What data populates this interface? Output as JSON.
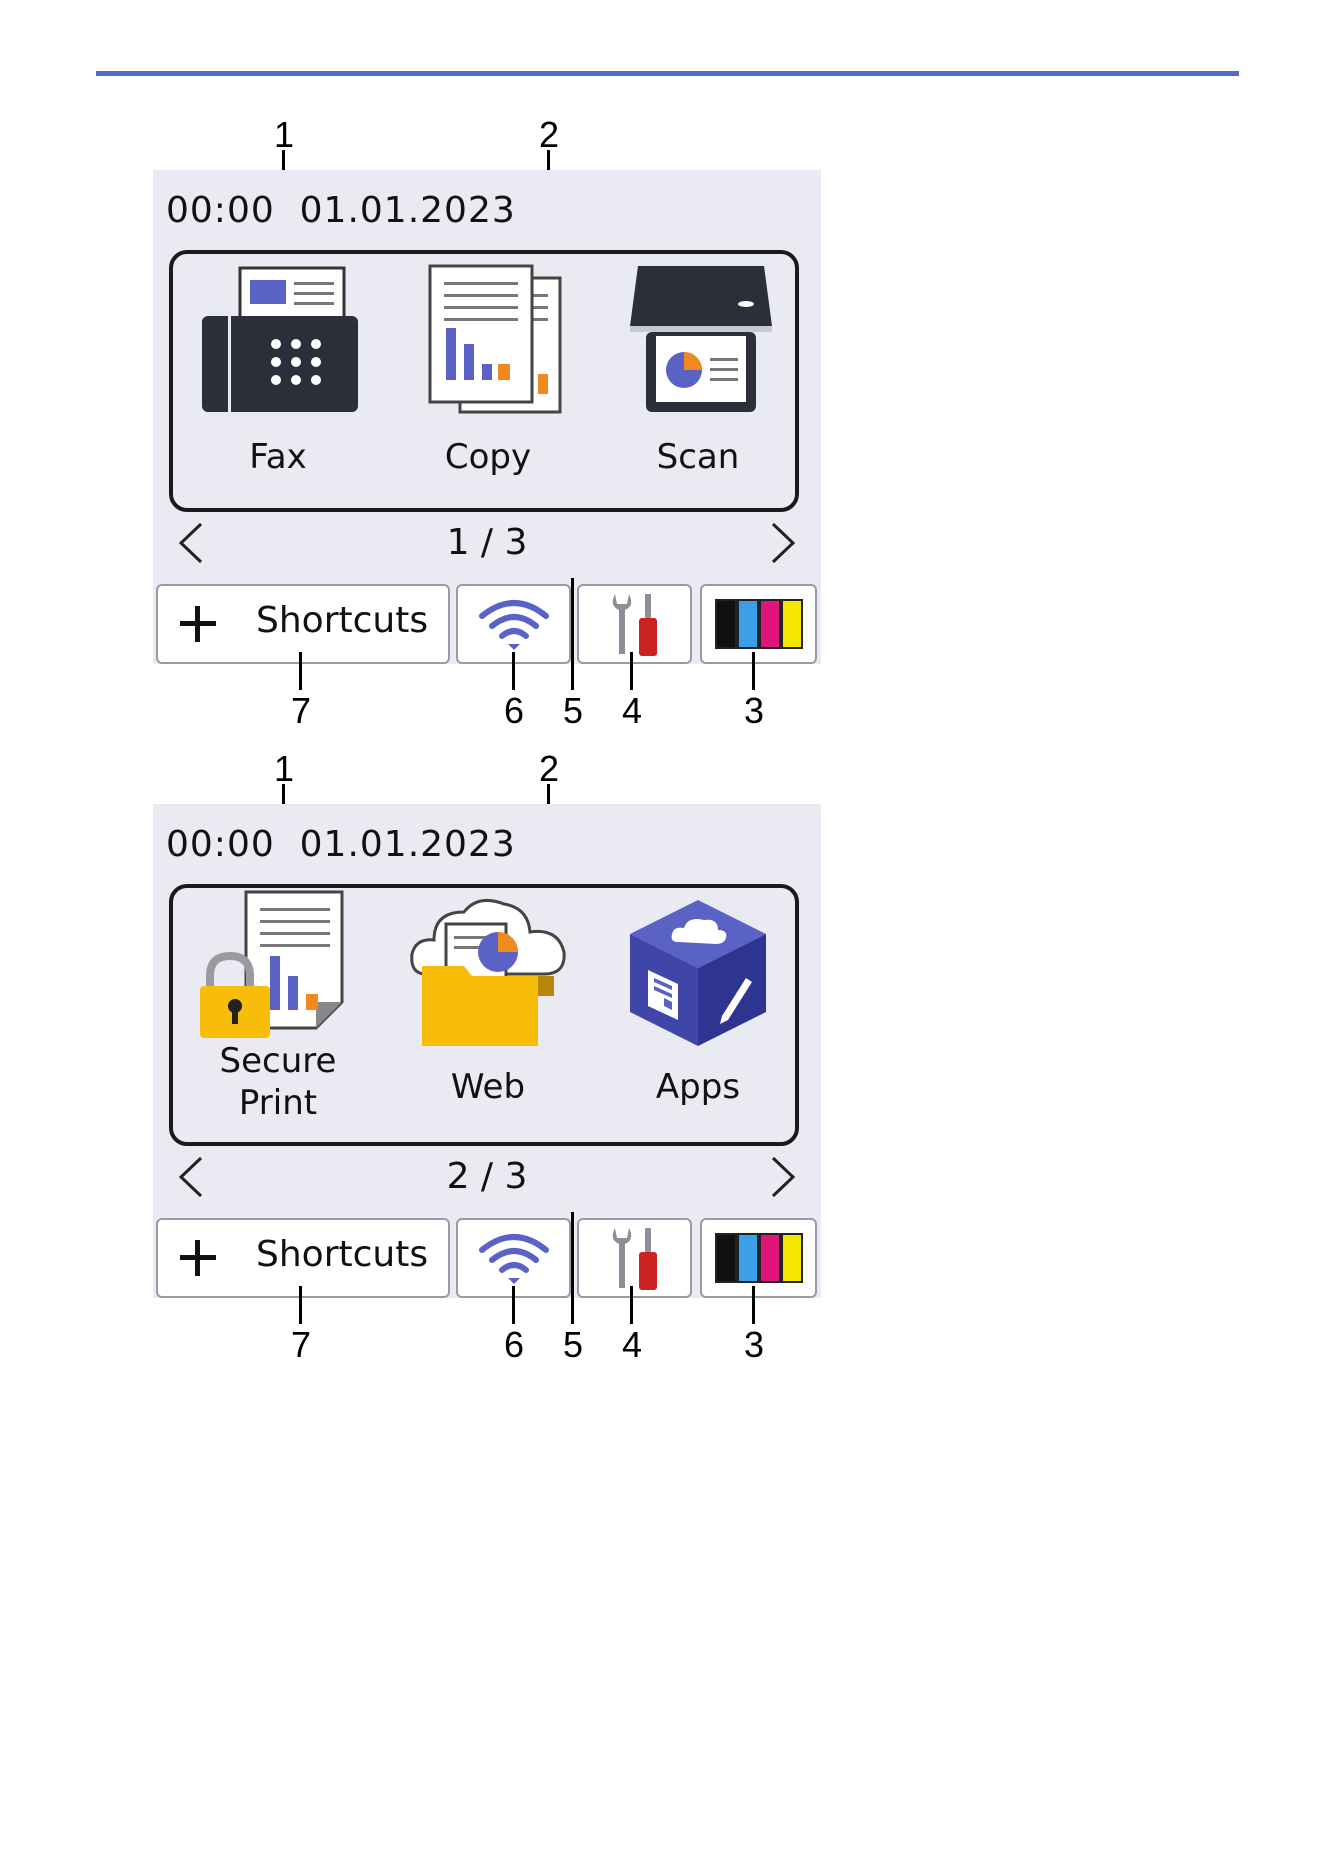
{
  "colors": {
    "rule": "#5566cc",
    "screen_bg": "#eaeaf3",
    "accent_blue": "#5a62c6",
    "orange": "#f08a1e",
    "ink_black": "#111111",
    "ink_cyan": "#3b9ee6",
    "ink_magenta": "#e0157a",
    "ink_yellow": "#f5e600",
    "folder_yellow": "#f8bc0a",
    "tool_red": "#cc2222"
  },
  "screens": [
    {
      "datetime": "00:00  01.01.2023",
      "page": "1 / 3",
      "apps": [
        {
          "label": "Fax",
          "icon": "fax-icon"
        },
        {
          "label": "Copy",
          "icon": "copy-icon"
        },
        {
          "label": "Scan",
          "icon": "scan-icon"
        }
      ],
      "shortcuts_label": "Shortcuts",
      "callouts": [
        "1",
        "2",
        "7",
        "6",
        "5",
        "4",
        "3"
      ]
    },
    {
      "datetime": "00:00  01.01.2023",
      "page": "2 / 3",
      "apps": [
        {
          "label": "Secure\nPrint",
          "icon": "secure-print-icon"
        },
        {
          "label": "Web",
          "icon": "web-icon"
        },
        {
          "label": "Apps",
          "icon": "apps-icon"
        }
      ],
      "shortcuts_label": "Shortcuts",
      "callouts": [
        "1",
        "2",
        "7",
        "6",
        "5",
        "4",
        "3"
      ]
    }
  ],
  "icons": [
    "plus-icon",
    "wifi-icon",
    "tools-icon",
    "ink-levels-icon",
    "chevron-left-icon",
    "chevron-right-icon"
  ]
}
